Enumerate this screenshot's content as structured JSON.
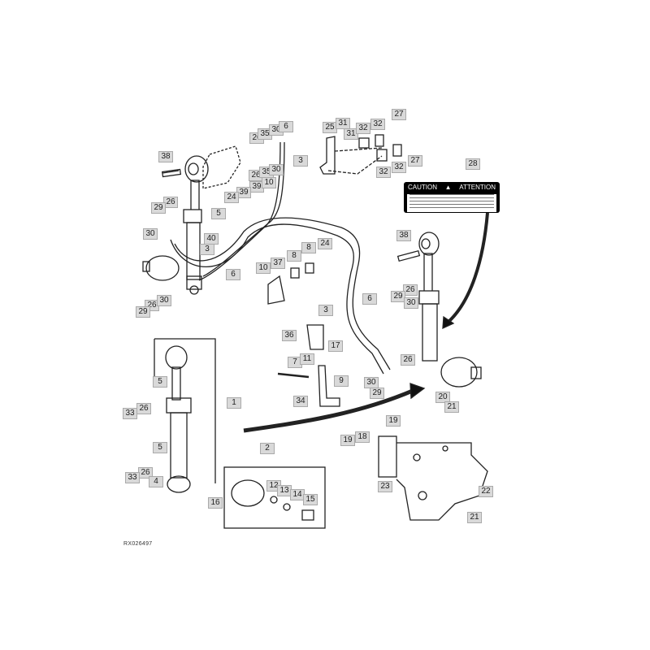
{
  "diagram": {
    "caption": "RX026497",
    "decal": {
      "left_text": "CAUTION",
      "symbol": "▲",
      "right_text": "ATTENTION"
    },
    "callouts": [
      "38",
      "26",
      "35",
      "30",
      "6",
      "3",
      "26",
      "35",
      "30",
      "39",
      "10",
      "39",
      "24",
      "26",
      "29",
      "5",
      "30",
      "40",
      "3",
      "6",
      "26",
      "30",
      "29",
      "10",
      "37",
      "8",
      "8",
      "24",
      "25",
      "31",
      "31",
      "32",
      "32",
      "27",
      "27",
      "32",
      "32",
      "28",
      "38",
      "26",
      "29",
      "30",
      "6",
      "3",
      "36",
      "17",
      "7",
      "11",
      "9",
      "34",
      "26",
      "30",
      "29",
      "1",
      "5",
      "26",
      "33",
      "5",
      "26",
      "33",
      "4",
      "16",
      "2",
      "12",
      "13",
      "14",
      "15",
      "20",
      "21",
      "19",
      "19",
      "18",
      "23",
      "22",
      "21"
    ]
  }
}
